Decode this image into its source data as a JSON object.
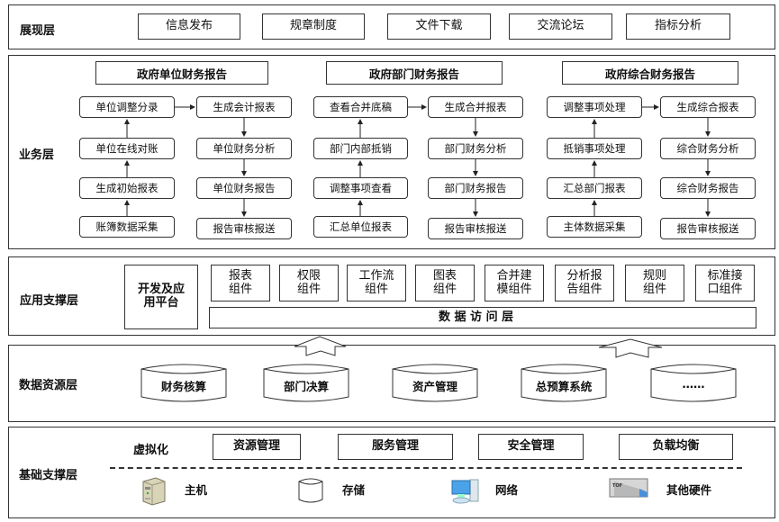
{
  "presentation": {
    "title": "展现层",
    "items": [
      "信息发布",
      "规章制度",
      "文件下载",
      "交流论坛",
      "指标分析"
    ]
  },
  "business": {
    "title": "业务层",
    "groups": [
      {
        "header": "政府单位财务报告",
        "left": [
          "单位调整分录",
          "单位在线对账",
          "生成初始报表",
          "账簿数据采集"
        ],
        "right": [
          "生成会计报表",
          "单位财务分析",
          "单位财务报告",
          "报告审核报送"
        ]
      },
      {
        "header": "政府部门财务报告",
        "left": [
          "查看合并底稿",
          "部门内部抵销",
          "调整事项查看",
          "汇总单位报表"
        ],
        "right": [
          "生成合并报表",
          "部门财务分析",
          "部门财务报告",
          "报告审核报送"
        ]
      },
      {
        "header": "政府综合财务报告",
        "left": [
          "调整事项处理",
          "抵销事项处理",
          "汇总部门报表",
          "主体数据采集"
        ],
        "right": [
          "生成综合报表",
          "综合财务分析",
          "综合财务报告",
          "报告审核报送"
        ]
      }
    ]
  },
  "application": {
    "title": "应用支撑层",
    "platform": [
      "开发及应",
      "用平台"
    ],
    "components": [
      [
        "报表",
        "组件"
      ],
      [
        "权限",
        "组件"
      ],
      [
        "工作流",
        "组件"
      ],
      [
        "图表",
        "组件"
      ],
      [
        "合并建",
        "模组件"
      ],
      [
        "分析报",
        "告组件"
      ],
      [
        "规则",
        "组件"
      ],
      [
        "标准接",
        "口组件"
      ]
    ],
    "data_access": "数 据 访 问 层"
  },
  "data_resource": {
    "title": "数据资源层",
    "sources": [
      "财务核算",
      "部门决算",
      "资产管理",
      "总预算系统",
      "……"
    ]
  },
  "infrastructure": {
    "title": "基础支撑层",
    "virtualization": "虚拟化",
    "services": [
      "资源管理",
      "服务管理",
      "安全管理",
      "负载均衡"
    ],
    "hardware": [
      {
        "label": "主机",
        "icon": "server-icon"
      },
      {
        "label": "存储",
        "icon": "storage-icon"
      },
      {
        "label": "网络",
        "icon": "network-computer-icon"
      },
      {
        "label": "其他硬件",
        "icon": "hardware-device-icon"
      }
    ]
  }
}
